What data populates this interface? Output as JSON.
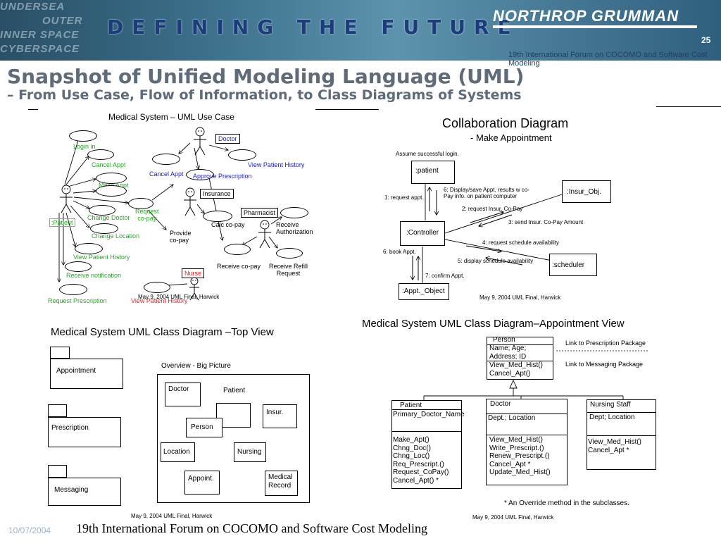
{
  "header": {
    "banner_words": [
      "UNDERSEA",
      "OUTER",
      "INNER SPACE",
      "CYBERSPACE",
      "CYBERSPACE"
    ],
    "tagline": "DEFINING THE FUTURE",
    "logo": "NORTHROP GRUMMAN",
    "slide_number": "25",
    "subtitle": "19th International Forum on COCOMO and Software Cost Modeling"
  },
  "title": {
    "line1": "Snapshot of Unified Modeling Language (UML)",
    "line2": "– From Use Case, Flow of Information, to Class Diagrams of Systems"
  },
  "use_case": {
    "heading": "Medical System – UML Use Case",
    "actors": {
      "patient": ":Patient",
      "doctor": "Doctor",
      "insurance": "Insurance",
      "pharmacist": "Pharmacist",
      "nurse": "Nurse"
    },
    "patient_cases": [
      "Login in",
      "Cancel Appt",
      "Make Appt",
      "Change Doctor",
      "Change Location",
      "View Patient History",
      "Receive notification",
      "Request Prescription"
    ],
    "request_copay": "Request\nco-pay",
    "doctor_cases": {
      "cancel": "Cancel Appt",
      "view_history": "View Patient History",
      "approve": "Approve Prescription"
    },
    "other_cases": {
      "calc": "Calc co-pay",
      "provide": "Provide\nco-pay",
      "receive_copay": "Receive co-pay",
      "receive_auth": "Receive\nAuthorization",
      "receive_refill": "Receive Refill\nRequest",
      "nurse_view": "View Patient History"
    },
    "footer": "May 9, 2004 UML Final,  Harwick"
  },
  "collaboration": {
    "heading": "Collaboration Diagram",
    "subheading": "- Make Appointment",
    "note": "Assume successful login.",
    "objects": {
      "patient": ":patient",
      "insur": ":Insur_Obj.",
      "controller": ":Controller",
      "scheduler": ":scheduler",
      "appt": ":Appt._Object"
    },
    "messages": {
      "m1": "1: request appt.",
      "m2": "2: request Insur. Co-Pay",
      "m3": "3: send Insur. Co-Pay Amount",
      "m4": "4: request schedule availability",
      "m5": "5: display schedule availability",
      "m6a": "6: Display/save Appt. results w co-\nPay info. on patient computer",
      "m6b": "6: book Appt.",
      "m7": "7: confirm Appt."
    },
    "footer": "May 9, 2004 UML Final,  Harwick"
  },
  "top_view": {
    "heading": "Medical System UML Class Diagram –Top View",
    "packages": [
      "Appointment",
      "Prescription",
      "Messaging"
    ],
    "overview_label": "Overview - Big Picture",
    "classes": {
      "doctor": "Doctor",
      "patient": "Patient",
      "insur": "Insur.",
      "person": "Person",
      "location": "Location",
      "nursing": "Nursing",
      "appoint": "Appoint.",
      "record": "Medical\nRecord"
    },
    "footer": "May 9, 2004 UML Final,  Harwick"
  },
  "appt_view": {
    "heading": "Medical System UML Class Diagram–Appointment View",
    "person": {
      "name": "Person",
      "attrs": "Name; Age;\nAddress; ID",
      "ops": "View_Med_Hist()\nCancel_Apt()"
    },
    "link1": "Link to Prescription Package",
    "link2": "Link to Messaging Package",
    "patient": {
      "name": "Patient",
      "attrs": "Primary_Doctor_Name",
      "ops": "Make_Apt()\nChng_Doc()\nChng_Loc()\nReq_Prescript.()\nRequest_CoPay()\nCancel_Apt() *"
    },
    "doctor": {
      "name": "Doctor",
      "attrs": "Dept.; Location",
      "ops": "View_Med_Hist()\nWrite_Prescript.()\nRenew_Prescript.()\nCancel_Apt *\nUpdate_Med_Hist()"
    },
    "nursing": {
      "name": "Nursing Staff",
      "attrs": "Dept; Location",
      "ops": "View_Med_Hist()\nCancel_Apt *"
    },
    "override_note": "* An Override method in the subclasses.",
    "footer": "May 9, 2004 UML Final,  Harwick"
  },
  "footer": {
    "date": "10/07/2004",
    "text": "19th International Forum on COCOMO and Software Cost Modeling"
  },
  "colors": {
    "banner": "#3b6f8a",
    "title": "#5f6b79",
    "green_label": "#22aa22",
    "blue_label": "#1a1ad0",
    "red_label": "#ee2020"
  }
}
